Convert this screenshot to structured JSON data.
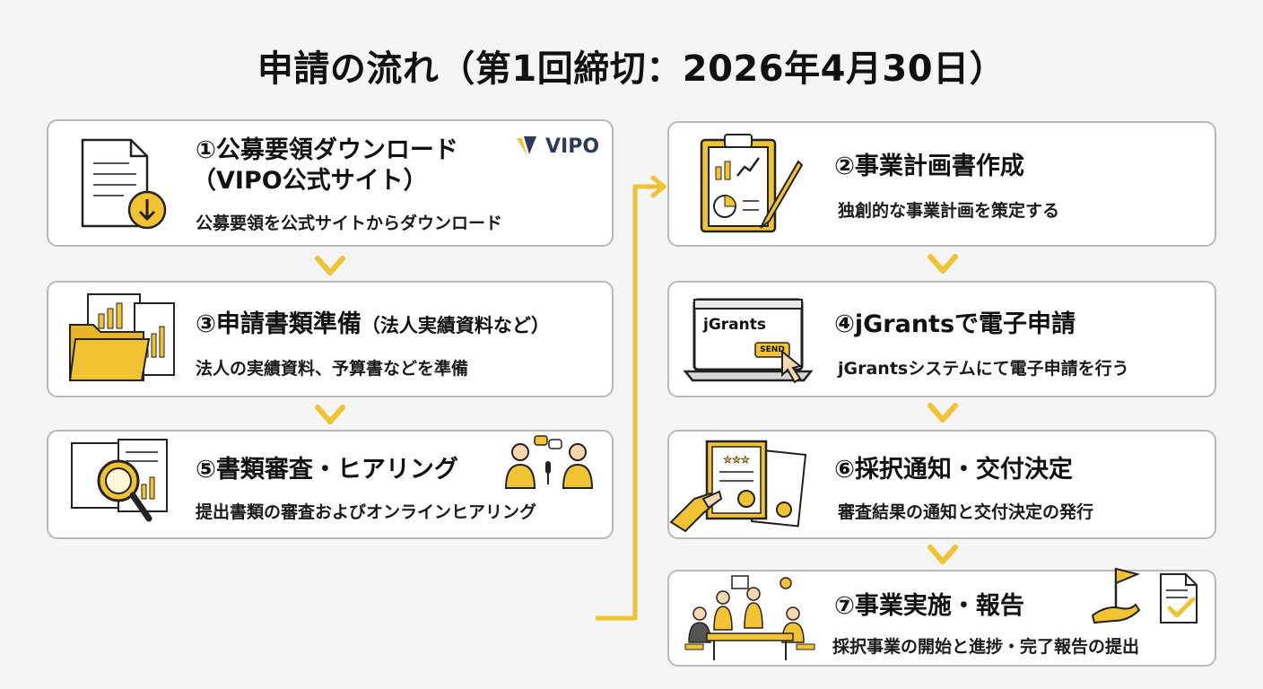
{
  "title": "申請の流れ（第1回締切：2026年4月30日）",
  "vipo_logo_text": "VIPO",
  "colors": {
    "accent": "#f1c232",
    "border": "#b9b9b9",
    "text": "#111111"
  },
  "steps": [
    {
      "num": "①",
      "title": "公募要領ダウンロード",
      "title_line2": "（VIPO公式サイト）",
      "desc": "公募要領を公式サイトからダウンロード",
      "icon": "document-download-icon"
    },
    {
      "num": "②",
      "title": "事業計画書作成",
      "desc": "独創的な事業計画を策定する",
      "icon": "clipboard-chart-pencil-icon"
    },
    {
      "num": "③",
      "title": "申請書類準備",
      "title_note": "（法人実績資料など）",
      "desc": "法人の実績資料、予算書などを準備",
      "icon": "folder-documents-icon"
    },
    {
      "num": "④",
      "title": "jGrantsで電子申請",
      "desc": "jGrantsシステムにて電子申請を行う",
      "icon": "laptop-jgrants-icon",
      "laptop_label": "jGrants",
      "laptop_button": "SEND"
    },
    {
      "num": "⑤",
      "title": "書類審査・ヒアリング",
      "desc": "提出書類の審査およびオンラインヒアリング",
      "icon": "magnifier-documents-icon"
    },
    {
      "num": "⑥",
      "title": "採択通知・交付決定",
      "desc": "審査結果の通知と交付決定の発行",
      "icon": "certificate-icon"
    },
    {
      "num": "⑦",
      "title": "事業実施・報告",
      "desc": "採択事業の開始と進捗・完了報告の提出",
      "icon": "team-meeting-icon"
    }
  ]
}
